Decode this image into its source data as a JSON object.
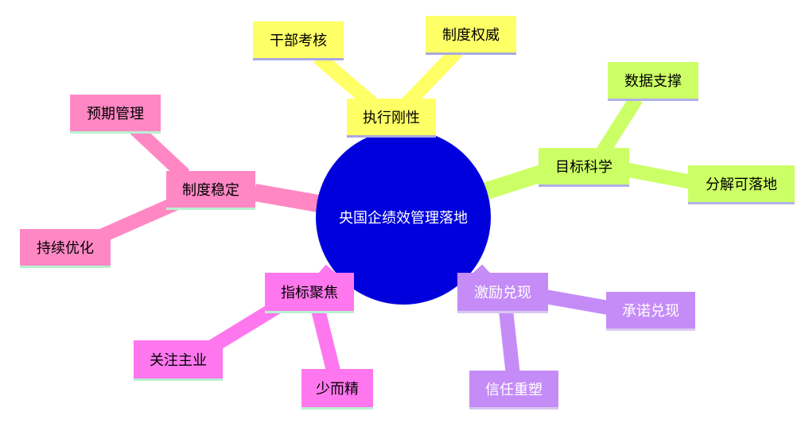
{
  "center": {
    "label": "央国企绩效管理落地",
    "color": "#0000dd",
    "text_color": "#ffffff"
  },
  "branches": [
    {
      "id": "zhixing",
      "label": "执行刚性",
      "color": "#ffff66",
      "bar_color": "#a9a9e0",
      "text_color": "#000000",
      "children": [
        {
          "label": "干部考核"
        },
        {
          "label": "制度权威"
        }
      ]
    },
    {
      "id": "mubiao",
      "label": "目标科学",
      "color": "#ccff66",
      "bar_color": "#b0b0e8",
      "text_color": "#000000",
      "children": [
        {
          "label": "数据支撑"
        },
        {
          "label": "分解可落地"
        }
      ]
    },
    {
      "id": "jili",
      "label": "激励兑现",
      "color": "#c58cf7",
      "bar_color": "#d8c8f0",
      "text_color": "#ffffff",
      "children": [
        {
          "label": "承诺兑现"
        },
        {
          "label": "信任重塑"
        }
      ]
    },
    {
      "id": "zhibiao",
      "label": "指标聚焦",
      "color": "#ff77ee",
      "bar_color": "#b8f0d0",
      "text_color": "#000000",
      "children": [
        {
          "label": "关注主业"
        },
        {
          "label": "少而精"
        }
      ]
    },
    {
      "id": "zhidu",
      "label": "制度稳定",
      "color": "#ff88c4",
      "bar_color": "#b8f0d0",
      "text_color": "#000000",
      "children": [
        {
          "label": "预期管理"
        },
        {
          "label": "持续优化"
        }
      ]
    }
  ]
}
